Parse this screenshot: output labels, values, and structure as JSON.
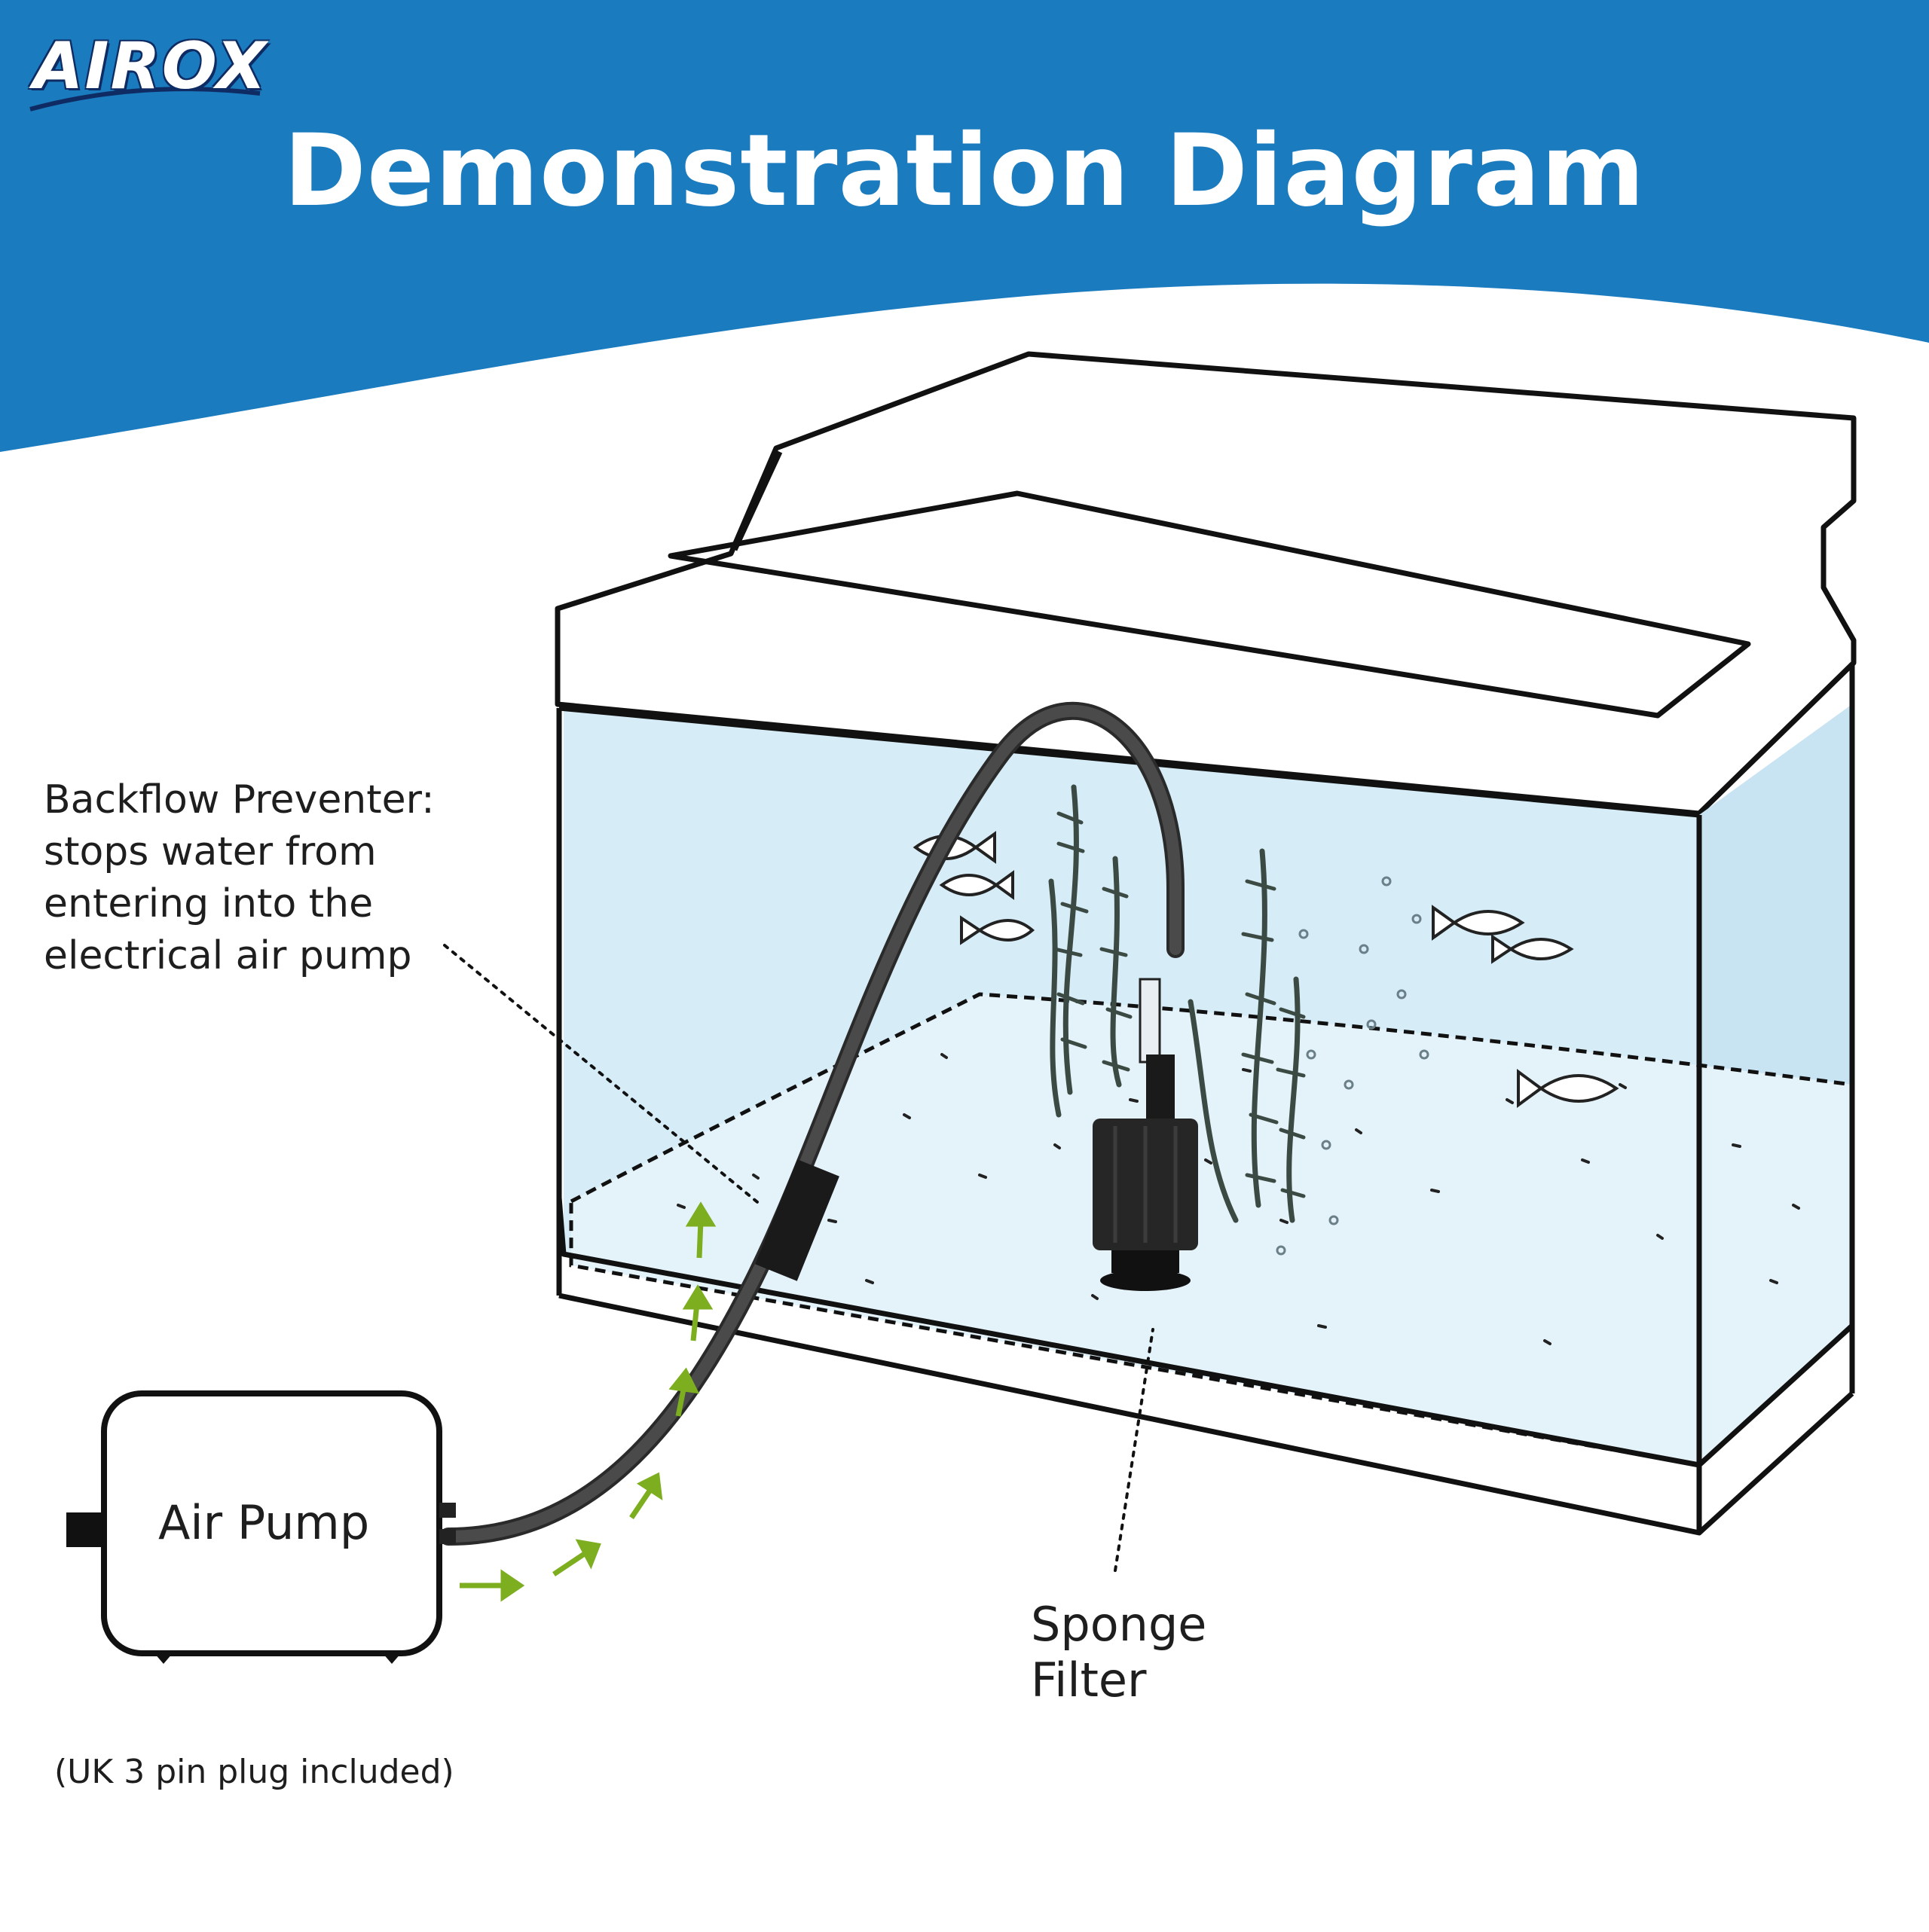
{
  "header": {
    "logo_text": "AIROX",
    "title": "Demonstration Diagram",
    "background_color": "#1b7bbf"
  },
  "labels": {
    "backflow": "Backflow Preventer: stops water from entering into the electrical air pump",
    "air_pump": "Air Pump",
    "sponge_filter": "Sponge Filter",
    "plug_note": "(UK 3 pin plug included)"
  },
  "colors": {
    "water": "#d6ecf6",
    "outline": "#111111",
    "tube": "#454545",
    "arrow": "#7cae1f"
  }
}
